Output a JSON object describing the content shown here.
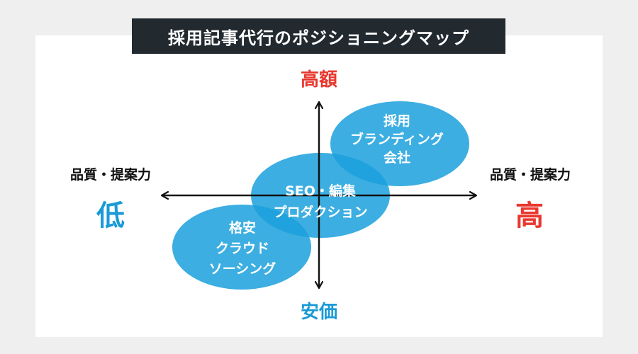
{
  "title": "採用記事代行のポジショニングマップ",
  "axes": {
    "top": "高額",
    "bottom": "安価",
    "left_quality": "品質・提案力",
    "left_value": "低",
    "right_quality": "品質・提案力",
    "right_value": "高"
  },
  "bubbles": {
    "branding": [
      "採用",
      "ブランディング",
      "会社"
    ],
    "seo": [
      "SEO・編集",
      "プロダクション"
    ],
    "cheap": [
      "格安",
      "クラウド",
      "ソーシング"
    ]
  },
  "colors": {
    "background": "#efefef",
    "panel": "#ffffff",
    "title_bar": "#222a30",
    "title_text": "#ffffff",
    "bubble": "#1aa0dc",
    "high": "#e8382f",
    "low": "#1a9ad6",
    "axis": "#111111"
  }
}
